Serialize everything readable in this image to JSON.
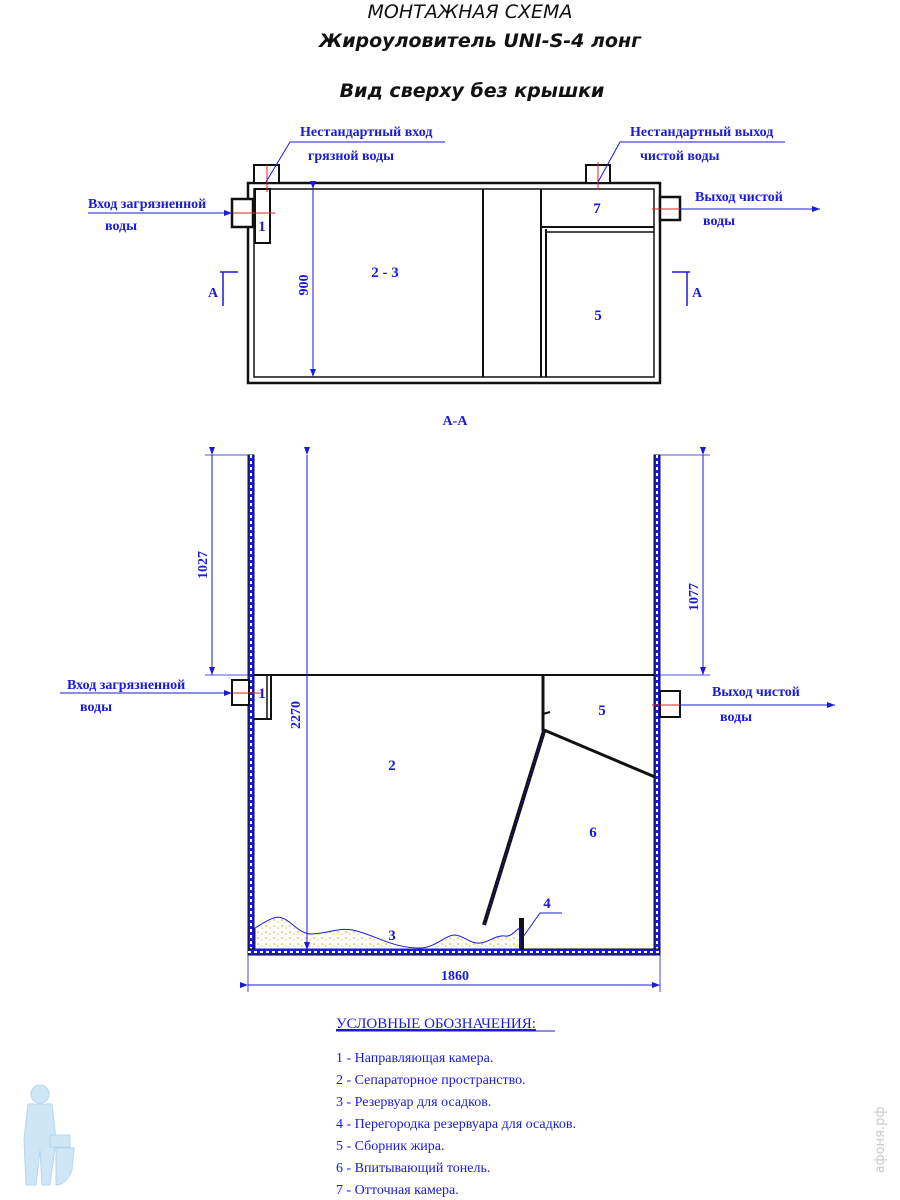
{
  "header": {
    "title": "МОНТАЖНАЯ СХЕМА",
    "subtitle": "Жироуловитель UNI-S-4 лонг",
    "view_title": "Вид сверху без крышки"
  },
  "top_view": {
    "nonstd_inlet_line1": "Нестандартный вход",
    "nonstd_inlet_line2": "грязной воды",
    "nonstd_outlet_line1": "Нестандартный выход",
    "nonstd_outlet_line2": "чистой воды",
    "inlet_line1": "Вход загрязненной",
    "inlet_line2": "воды",
    "outlet_line1": "Выход чистой",
    "outlet_line2": "воды",
    "dim_width": "900",
    "section_mark": "A",
    "zones": {
      "z1": "1",
      "z23": "2 - 3",
      "z5": "5",
      "z7": "7"
    }
  },
  "section": {
    "title": "A-A",
    "dim_left": "1027",
    "dim_right": "1077",
    "dim_height": "2270",
    "dim_length": "1860",
    "inlet_line1": "Вход загрязненной",
    "inlet_line2": "воды",
    "outlet_line1": "Выход чистой",
    "outlet_line2": "воды",
    "zones": {
      "z1": "1",
      "z2": "2",
      "z3": "3",
      "z4": "4",
      "z5": "5",
      "z6": "6"
    }
  },
  "legend": {
    "title": "УСЛОВНЫЕ ОБОЗНАЧЕНИЯ:",
    "items": [
      "1 - Направляющая камера.",
      "2 - Сепараторное пространство.",
      "3 - Резервуар для осадков.",
      "4 - Перегородка резервуара для осадков.",
      "5 - Сборник жира.",
      "6 - Впитывающий тонель.",
      "7 - Отточная камера."
    ]
  },
  "watermark": "афоня.рф",
  "colors": {
    "line": "#1a1adb",
    "wall": "#111111",
    "pipe_axis": "#e02020",
    "sediment": "#e8d27a"
  }
}
